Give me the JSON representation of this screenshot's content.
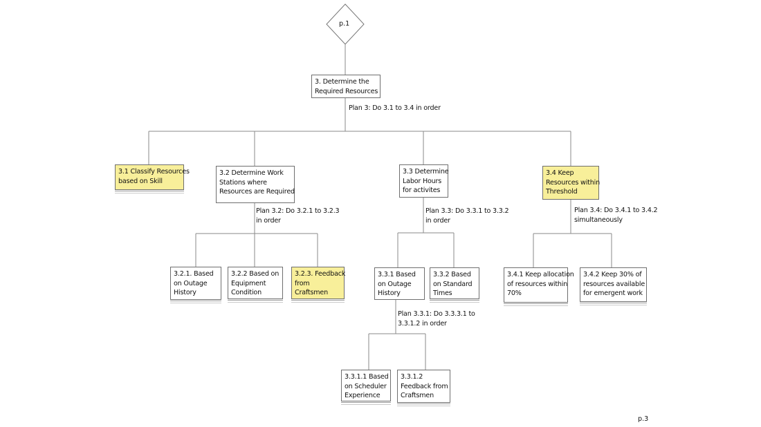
{
  "connector_top": "p.1",
  "connector_bottom": "p.3",
  "colors": {
    "highlight": "#f8ef9a",
    "border": "#6e6e6e",
    "line": "#8a8a8a"
  },
  "nodes": {
    "n3": [
      "3. Determine the",
      "Required Resources"
    ],
    "n3_1": [
      "3.1 Classify Resources",
      "based on Skill"
    ],
    "n3_2": [
      "3.2 Determine Work",
      "Stations where",
      "Resources are Required"
    ],
    "n3_3": [
      "3.3 Determine",
      "Labor Hours",
      "for activites"
    ],
    "n3_4": [
      "3.4 Keep",
      "Resources within",
      "Threshold"
    ],
    "n3_2_1": [
      "3.2.1. Based",
      "on Outage",
      "History"
    ],
    "n3_2_2": [
      "3.2.2 Based on",
      "Equipment",
      "Condition"
    ],
    "n3_2_3": [
      "3.2.3. Feedback",
      "from",
      "Craftsmen"
    ],
    "n3_3_1": [
      "3.3.1  Based",
      "on Outage",
      "History"
    ],
    "n3_3_2": [
      "3.3.2  Based",
      "on Standard",
      "Times"
    ],
    "n3_3_1_1": [
      "3.3.1.1  Based",
      "on Scheduler",
      "Experience"
    ],
    "n3_3_1_2": [
      "3.3.1.2",
      "Feedback from",
      "Craftsmen"
    ],
    "n3_4_1": [
      "3.4.1 Keep allocation",
      "of resources within",
      "70%"
    ],
    "n3_4_2": [
      "3.4.2 Keep 30% of",
      "resources available",
      "for emergent work"
    ]
  },
  "plans": {
    "p3": [
      "Plan 3: Do 3.1 to 3.4 in order"
    ],
    "p3_2": [
      "Plan 3.2: Do 3.2.1 to 3.2.3",
      "in order"
    ],
    "p3_3": [
      "Plan 3.3: Do 3.3.1 to 3.3.2",
      "in order"
    ],
    "p3_3_1": [
      "Plan 3.3.1: Do 3.3.3.1 to",
      "3.3.1.2 in order"
    ],
    "p3_4": [
      "Plan 3.4: Do 3.4.1 to 3.4.2",
      "simultaneously"
    ]
  }
}
